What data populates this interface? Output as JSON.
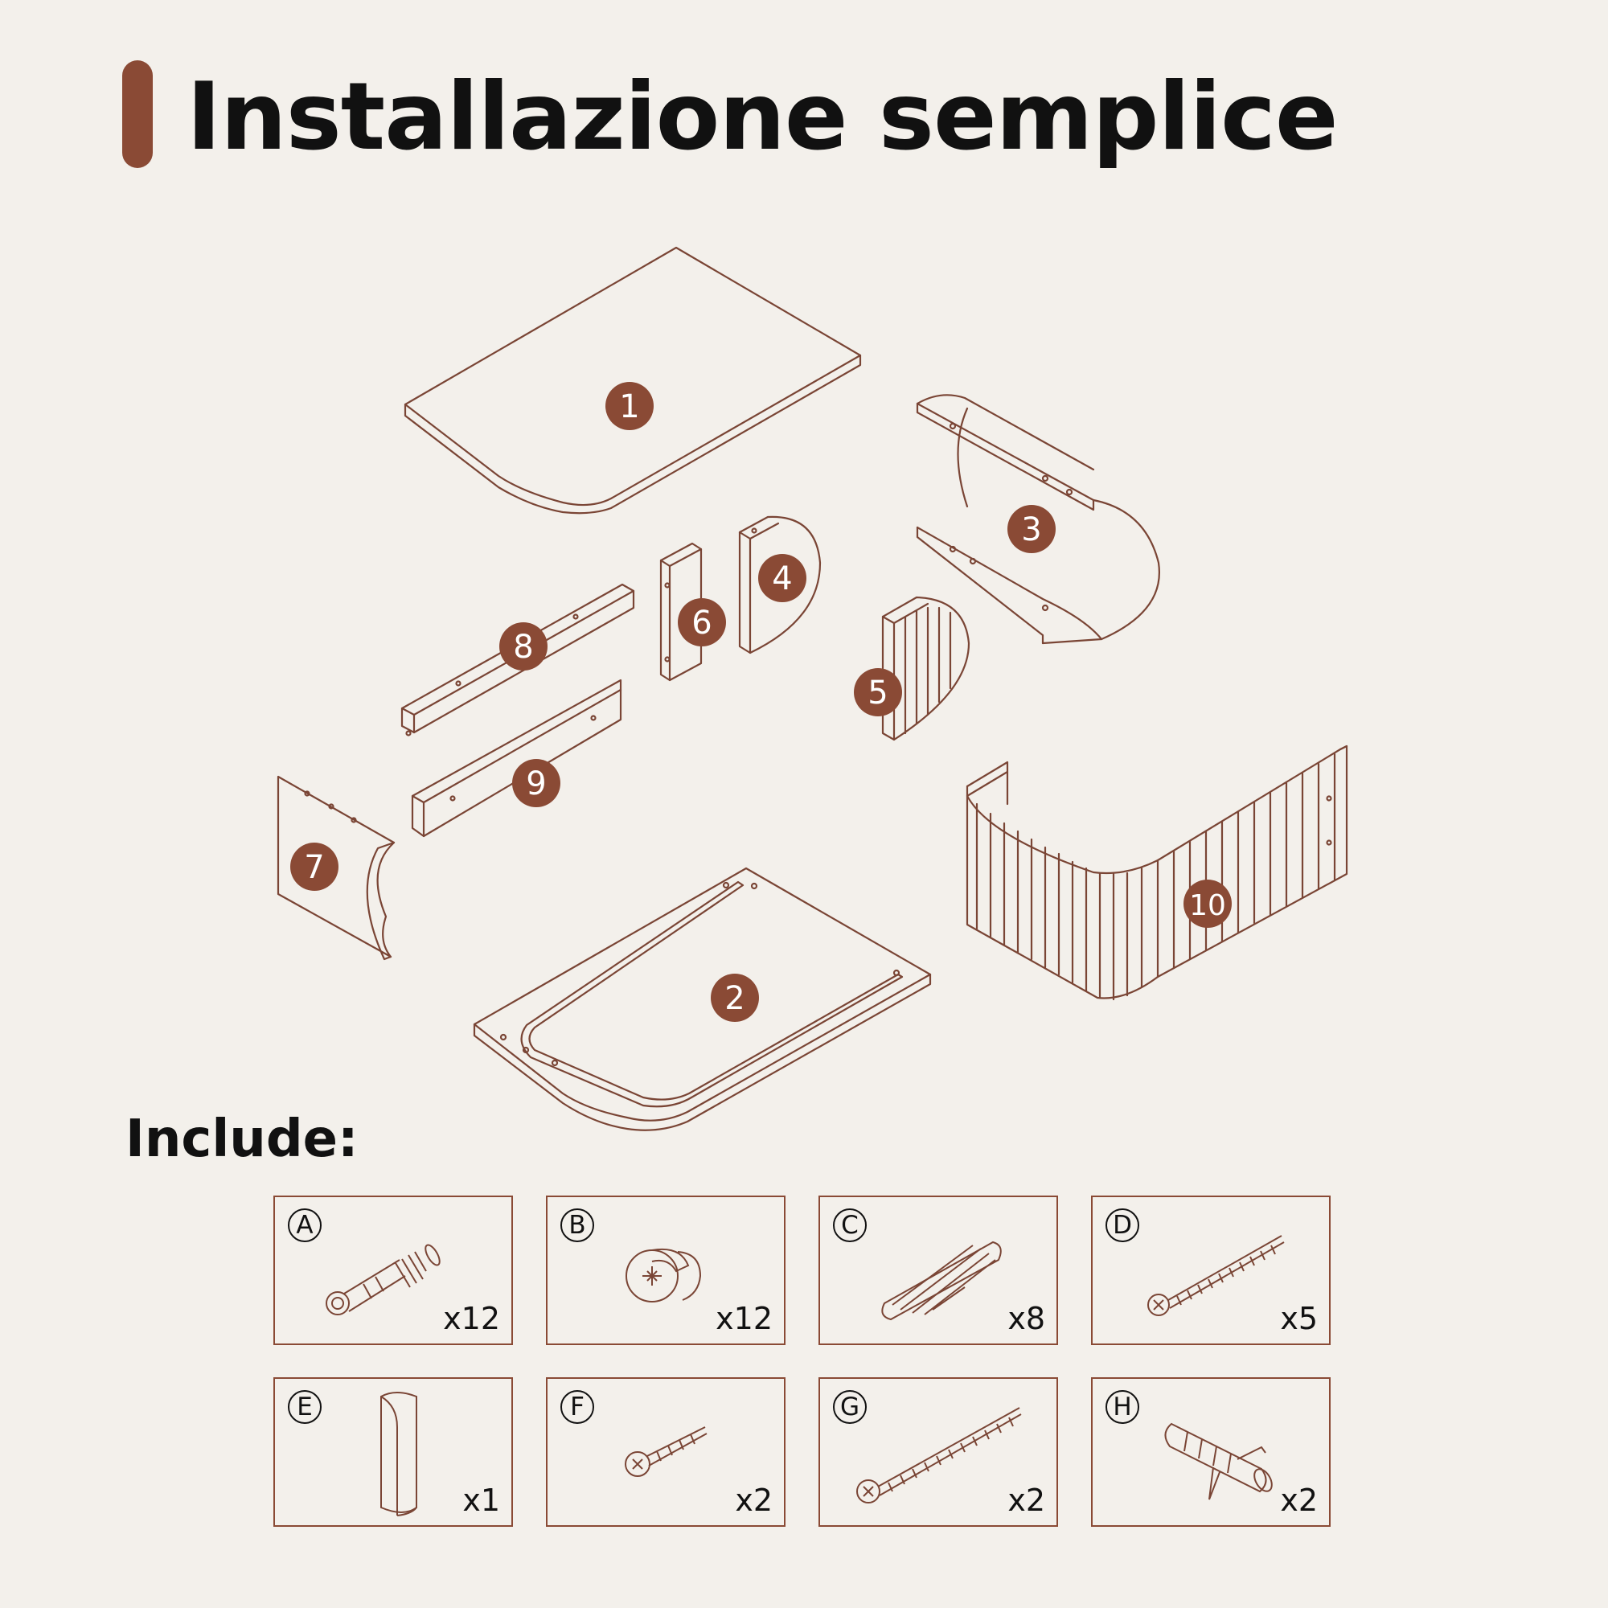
{
  "header": {
    "title": "Installazione semplice",
    "accent_color": "#8a4a35"
  },
  "parts": {
    "line_color": "#7a4535",
    "badge_color": "#8a4a35",
    "labels": [
      "1",
      "2",
      "3",
      "4",
      "5",
      "6",
      "7",
      "8",
      "9",
      "10"
    ]
  },
  "hardware": {
    "heading": "Include:",
    "items": [
      {
        "letter": "A",
        "qty": "x12",
        "icon": "cam-bolt-icon"
      },
      {
        "letter": "B",
        "qty": "x12",
        "icon": "cam-lock-icon"
      },
      {
        "letter": "C",
        "qty": "x8",
        "icon": "wood-dowel-icon"
      },
      {
        "letter": "D",
        "qty": "x5",
        "icon": "screw-icon"
      },
      {
        "letter": "E",
        "qty": "x1",
        "icon": "handle-icon"
      },
      {
        "letter": "F",
        "qty": "x2",
        "icon": "short-screw-icon"
      },
      {
        "letter": "G",
        "qty": "x2",
        "icon": "long-screw-icon"
      },
      {
        "letter": "H",
        "qty": "x2",
        "icon": "wall-anchor-icon"
      }
    ]
  }
}
